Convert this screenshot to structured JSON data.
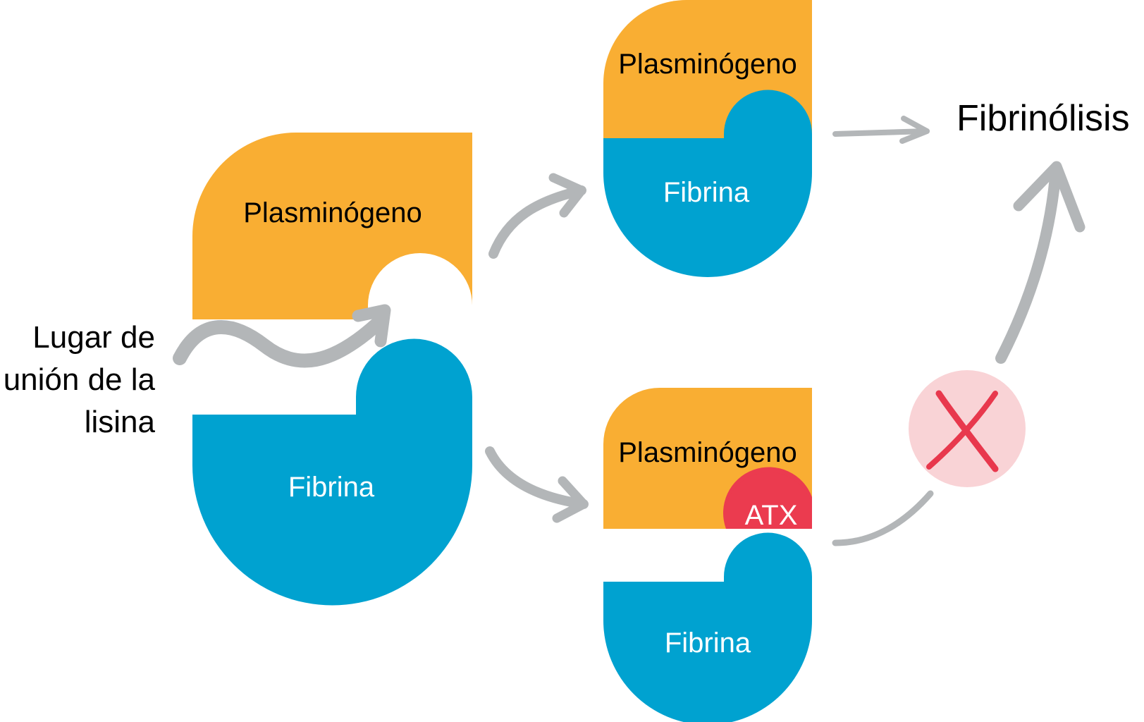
{
  "colors": {
    "plasminogen": "#F9AE33",
    "fibrin": "#00A2D0",
    "atx": "#EB3B4F",
    "arrow": "#B3B6B8",
    "block_circle": "#F9D3D6",
    "block_x": "#E8384D",
    "text_dark": "#000000",
    "text_light": "#FFFFFF"
  },
  "left_group": {
    "plasminogen_label": "Plasminógeno",
    "fibrin_label": "Fibrina",
    "annotation_lines": [
      "Lugar de",
      "unión de la",
      "lisina"
    ]
  },
  "top_right_group": {
    "plasminogen_label": "Plasminógeno",
    "fibrin_label": "Fibrina"
  },
  "bottom_right_group": {
    "plasminogen_label": "Plasminógeno",
    "inhibitor_label": "ATX",
    "fibrin_label": "Fibrina"
  },
  "outcome": {
    "label": "Fibrinólisis",
    "blocked_icon": "x-mark-icon"
  }
}
